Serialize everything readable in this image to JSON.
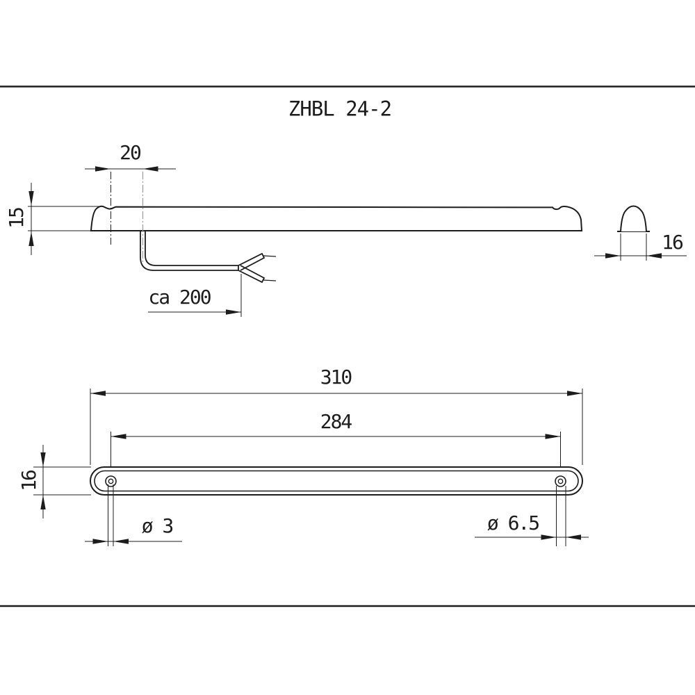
{
  "title": "ZHBL 24-2",
  "dimensions": {
    "side_view": {
      "hole_to_cable_offset": "20",
      "profile_height": "15",
      "cable_length": "ca 200"
    },
    "end_view": {
      "body_depth": "16"
    },
    "bottom_view": {
      "overall_length": "310",
      "hole_spacing": "284",
      "body_width": "16",
      "small_hole_diameter": "ø 3",
      "large_hole_diameter": "ø 6.5"
    }
  }
}
